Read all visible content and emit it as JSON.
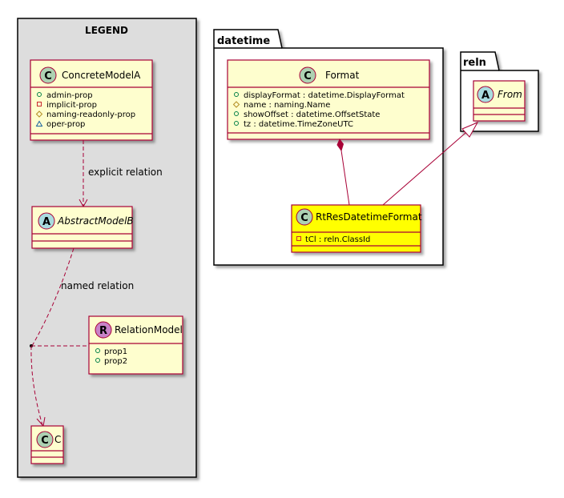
{
  "legend": {
    "title": "LEGEND",
    "concrete_model": {
      "stereotype": "C",
      "name": "ConcreteModelA",
      "props": [
        "admin-prop",
        "implicit-prop",
        "naming-readonly-prop",
        "oper-prop"
      ]
    },
    "abstract_model": {
      "stereotype": "A",
      "name": "AbstractModelB"
    },
    "relation_model": {
      "stereotype": "R",
      "name": "RelationModel",
      "props": [
        "prop1",
        "prop2"
      ]
    },
    "c_model": {
      "stereotype": "C",
      "name": "C"
    },
    "explicit_relation_label": "explicit relation",
    "named_relation_label": "named relation"
  },
  "datetime_pkg": {
    "name": "datetime",
    "format_class": {
      "stereotype": "C",
      "name": "Format",
      "props": [
        "displayFormat : datetime.DisplayFormat",
        "name : naming.Name",
        "showOffset : datetime.OffsetState",
        "tz : datetime.TimeZoneUTC"
      ]
    },
    "rtres_class": {
      "stereotype": "C",
      "name": "RtResDatetimeFormat",
      "props": [
        "tCl : reln.ClassId"
      ]
    }
  },
  "reln_pkg": {
    "name": "reln",
    "from_class": {
      "stereotype": "A",
      "name": "From"
    }
  },
  "colors": {
    "class_fill": "#FEFECE",
    "class_border": "#A80036",
    "highlight_fill": "#FFFF00",
    "legend_bg": "#DDDDDD",
    "class_circle": "#ADD1B2",
    "abstract_circle": "#A9DCDF",
    "relation_circle": "#C882C8"
  }
}
